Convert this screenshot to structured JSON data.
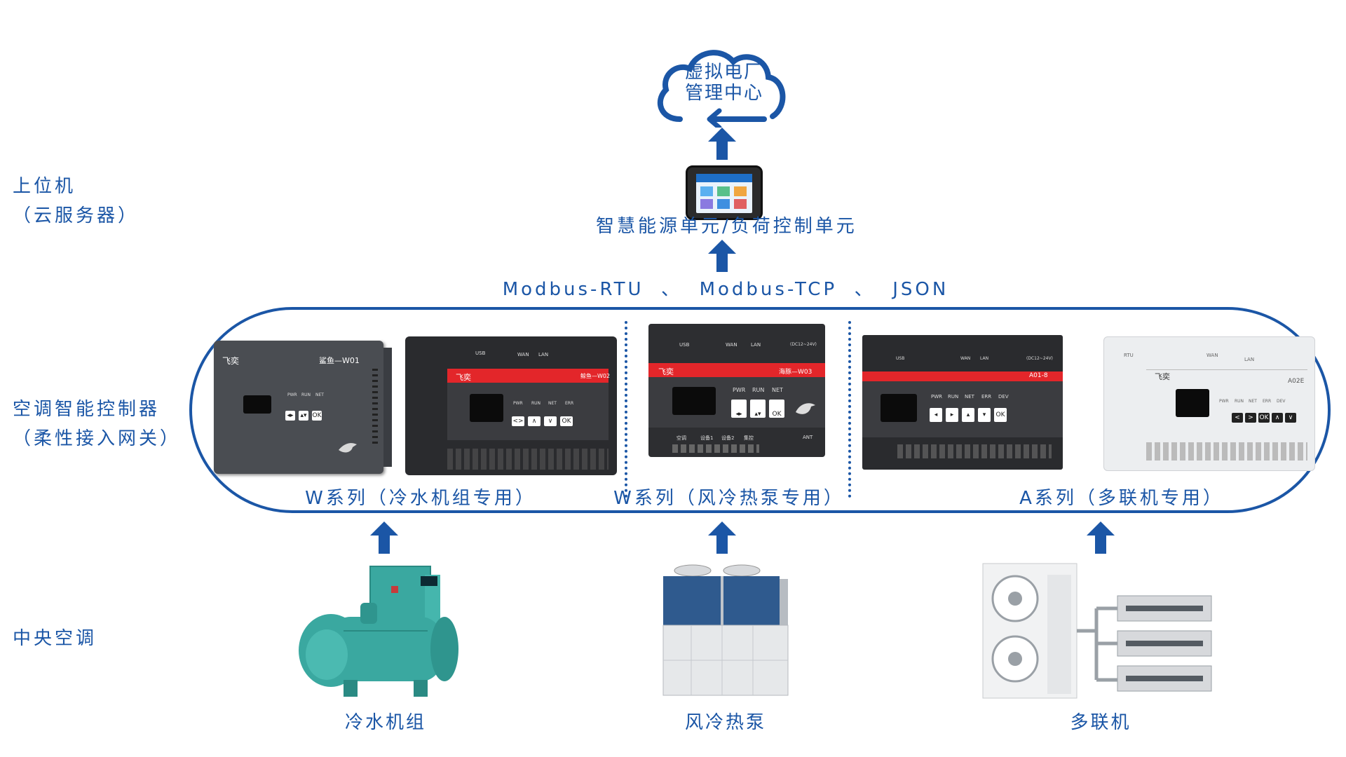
{
  "layers": {
    "upper": [
      "上位机",
      "（云服务器）"
    ],
    "controller": [
      "空调智能控制器",
      "（柔性接入网关）"
    ],
    "central": "中央空调"
  },
  "cloud": {
    "line1": "虚拟电厂",
    "line2": "管理中心"
  },
  "energy_unit_label": "智慧能源单元/负荷控制单元",
  "protocols": "Modbus-RTU  、  Modbus-TCP  、  JSON",
  "devices": {
    "w01": {
      "brand": "飞奕",
      "model": "鲨鱼—W01",
      "leds": [
        "PWR",
        "RUN",
        "NET"
      ],
      "buttons": [
        "◂▸",
        "▴▾",
        "OK"
      ]
    },
    "w02": {
      "brand": "飞奕",
      "model": "鲸鱼—W02",
      "leds": [
        "PWR",
        "RUN",
        "NET",
        "ERR"
      ],
      "buttons": [
        "<>",
        "∧",
        "∨",
        "OK"
      ],
      "ports": [
        "USB",
        "WAN",
        "LAN"
      ]
    },
    "w03": {
      "brand": "飞奕",
      "model": "海豚—W03",
      "leds": [
        "PWR",
        "RUN",
        "NET"
      ],
      "buttons": [
        "◂▸",
        "▴▾",
        "OK"
      ],
      "ports": [
        "USB",
        "WAN",
        "LAN",
        "(DC12~24V)"
      ],
      "bottom": [
        "空调",
        "设备1",
        "设备2",
        "集控",
        "ANT"
      ]
    },
    "a01": {
      "model": "A01-8",
      "leds": [
        "PWR",
        "RUN",
        "NET",
        "ERR",
        "DEV"
      ],
      "buttons": [
        "◂",
        "▸",
        "▴",
        "▾",
        "OK"
      ],
      "ports": [
        "USB",
        "WAN",
        "LAN",
        "(DC12~24V)"
      ]
    },
    "a02": {
      "brand": "飞奕",
      "model": "A02E",
      "leds": [
        "PWR",
        "RUN",
        "NET",
        "ERR",
        "DEV"
      ],
      "buttons": [
        "<",
        ">",
        "OK",
        "∧",
        "∨"
      ],
      "ports": [
        "RTU",
        "WAN",
        "LAN"
      ]
    }
  },
  "series": {
    "w_chiller": "W系列（冷水机组专用）",
    "w_heatpump": "W系列（风冷热泵专用）",
    "a_vrf": "A系列（多联机专用）"
  },
  "equipment": {
    "chiller": "冷水机组",
    "heatpump": "风冷热泵",
    "vrf": "多联机"
  },
  "colors": {
    "accent": "#1b56a6",
    "device_red": "#e3262a",
    "chiller_green": "#3aa8a0"
  }
}
